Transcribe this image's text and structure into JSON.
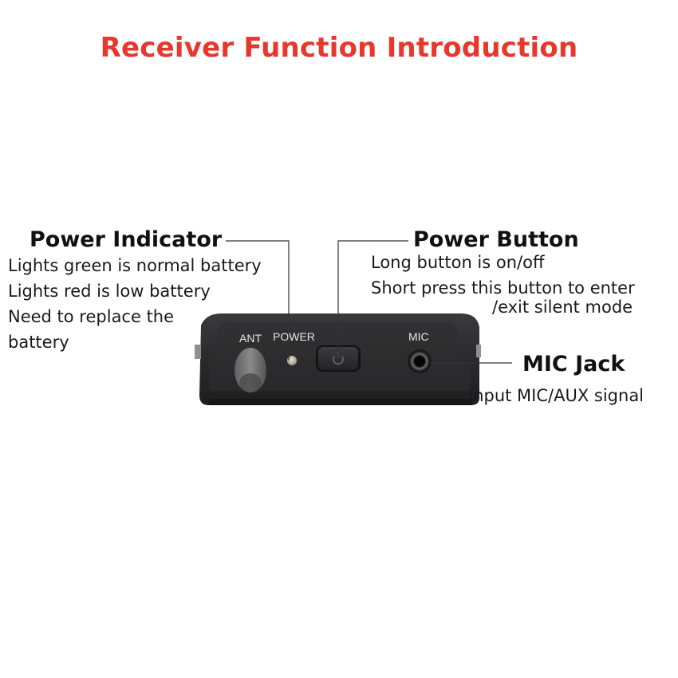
{
  "title": "Receiver Function Introduction",
  "colors": {
    "title": "#e8372b",
    "device_body": "#2b2b2d",
    "led": "#b9b09a"
  },
  "device": {
    "labels": {
      "ant": "ANT",
      "power": "POWER",
      "mic": "MIC"
    },
    "icons": [
      "power-symbol-icon",
      "antenna-stub",
      "led-indicator",
      "audio-jack"
    ]
  },
  "callouts": {
    "power_indicator": {
      "heading": "Power Indicator",
      "lines": [
        "Lights green is normal battery",
        "Lights red is low battery",
        "Need to replace the",
        "battery"
      ]
    },
    "power_button": {
      "heading": "Power Button",
      "lines": [
        "Long button is on/off",
        "Short press this button to enter",
        "/exit silent mode"
      ]
    },
    "mic_jack": {
      "heading": "MIC Jack",
      "lines": [
        "Input MIC/AUX signal"
      ]
    }
  }
}
